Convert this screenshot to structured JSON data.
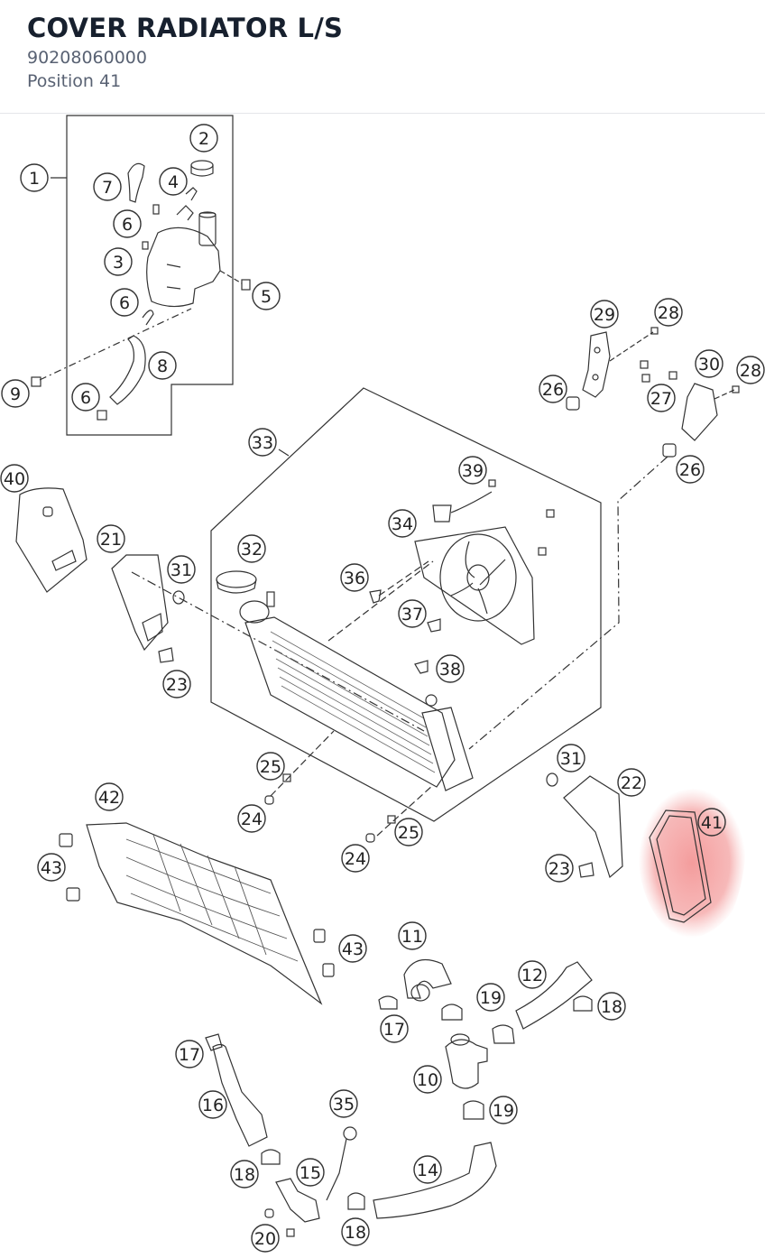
{
  "header": {
    "title": "COVER RADIATOR L/S",
    "part_number": "90208060000",
    "position": "Position 41"
  },
  "diagram": {
    "highlight_color": "#f08a8a",
    "line_color": "#333333",
    "callouts": [
      "1",
      "2",
      "7",
      "4",
      "6",
      "3",
      "5",
      "6",
      "8",
      "9",
      "6",
      "29",
      "28",
      "26",
      "30",
      "28",
      "27",
      "26",
      "33",
      "39",
      "40",
      "34",
      "21",
      "32",
      "31",
      "36",
      "37",
      "23",
      "38",
      "25",
      "31",
      "22",
      "24",
      "25",
      "42",
      "41",
      "43",
      "24",
      "23",
      "11",
      "43",
      "12",
      "18",
      "19",
      "17",
      "17",
      "10",
      "16",
      "35",
      "19",
      "14",
      "18",
      "15",
      "20",
      "18"
    ]
  }
}
